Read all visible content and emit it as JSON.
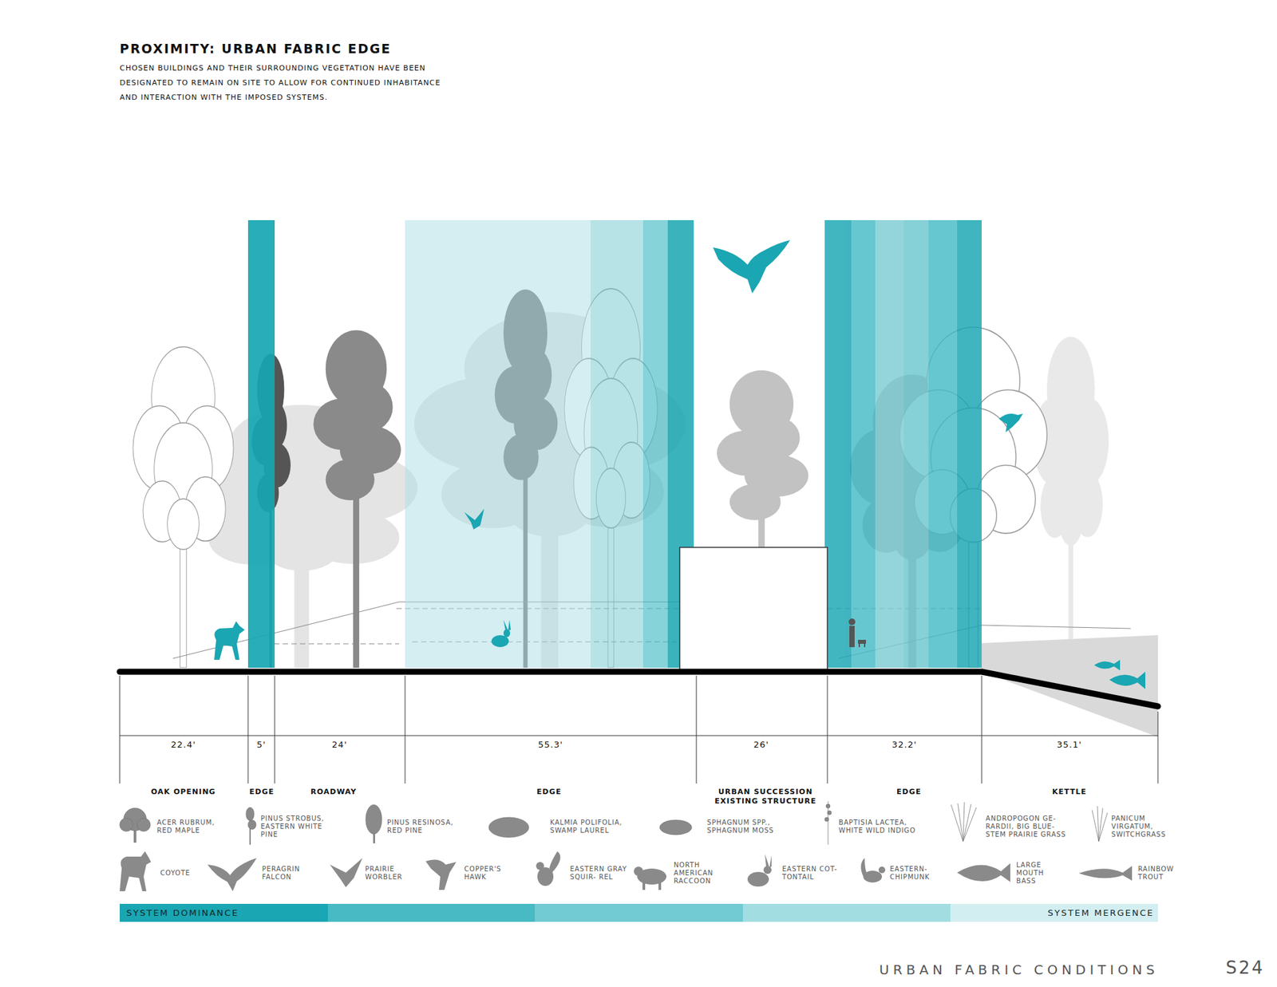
{
  "diagram": {
    "title": "PROXIMITY: URBAN FABRIC EDGE",
    "labels": [
      "CHOSEN BUILDINGS AND THEIR SURROUNDING VEGETATION HAVE BEEN DESIGNATED TO REMAIN ON SITE TO ALLOW FOR CONTINUED INHABITANCE AND INTERACTION WITH THE IMPOSED SYSTEMS.",
      "22.4'",
      "5'",
      "24'",
      "55.3'",
      "26'",
      "32.2'",
      "35.1'",
      "OAK OPENING",
      "EDGE",
      "ROADWAY",
      "EDGE",
      "URBAN SUCCESSION EXISTING STRUCTURE",
      "EDGE",
      "KETTLE",
      "ACER RUBRUM, RED MAPLE",
      "PINUS STROBUS, EASTERN WHITE PINE",
      "PINUS RESINOSA, RED PINE",
      "KALMIA POLIFOLIA, SWAMP LAUREL",
      "SPHAGNUM SPP., SPHAGNUM MOSS",
      "BAPTISIA LACTEA, WHITE WILD INDIGO",
      "ANDROPOGON GE- RARDII, BIG BLUE- STEM PRAIRIE GRASS",
      "PANICUM VIRGATUM, SWITCHGRASS",
      "COYOTE",
      "PERAGRIN FALCON",
      "PRAIRIE WORBLER",
      "COPPER'S HAWK",
      "EASTERN GRAY SQUIR- REL",
      "NORTH AMERICAN RACCOON",
      "EASTERN COT- TONTAIL",
      "EASTERN- CHIPMUNK",
      "LARGE MOUTH BASS",
      "RAINBOW TROUT",
      "URBAN FABRIC CONDITIONS",
      "S24"
    ],
    "legend": [
      {
        "text": "SYSTEM DOMINANCE",
        "color": "#1aa6b2"
      },
      {
        "text": "SYSTEM MERGENCE",
        "color": "#d3eef1"
      }
    ]
  }
}
